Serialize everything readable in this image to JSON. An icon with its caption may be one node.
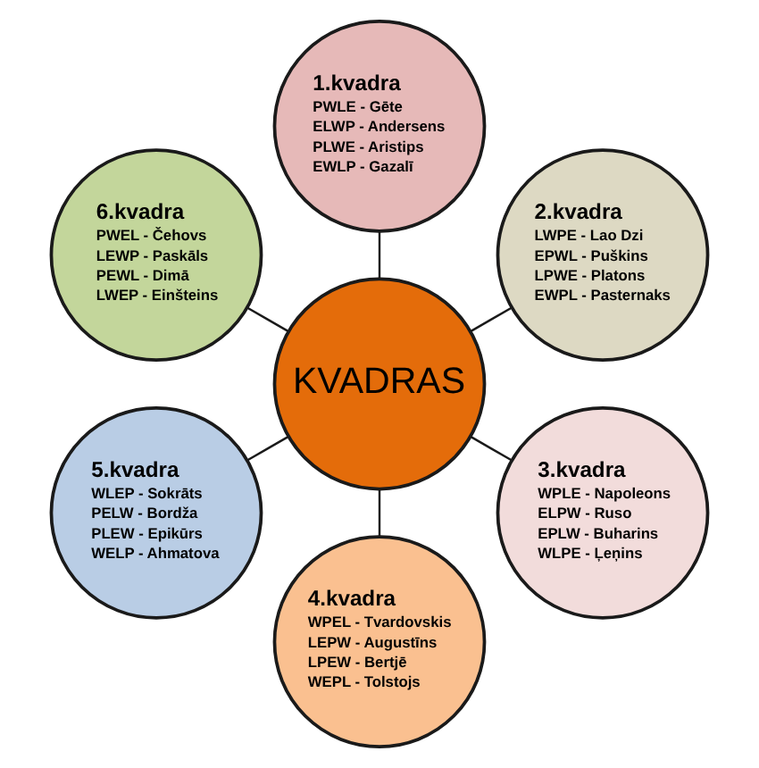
{
  "diagram": {
    "nodes": [
      {
        "text": [
          "KVADRAS"
        ]
      },
      {
        "text": [
          "1.kvadra",
          "PWLE - Gēte",
          "ELWP - Andersens",
          "PLWE - Aristips",
          "EWLP - Gazalī"
        ]
      },
      {
        "text": [
          "2.kvadra",
          "LWPE - Lao Dzi",
          "EPWL - Puškins",
          "LPWE - Platons",
          "EWPL - Pasternaks"
        ]
      },
      {
        "text": [
          "3.kvadra",
          "WPLE - Napoleons",
          "ELPW - Ruso",
          "EPLW - Buharins",
          "WLPE - Ļeņins"
        ]
      },
      {
        "text": [
          "4.kvadra",
          "WPEL - Tvardovskis",
          "LEPW - Augustīns",
          "LPEW - Bertjē",
          "WEPL - Tolstojs"
        ]
      },
      {
        "text": [
          "5.kvadra",
          "WLEP - Sokrāts",
          "PELW - Bordža",
          "PLEW - Epikūrs",
          "WELP - Ahmatova"
        ]
      },
      {
        "text": [
          "6.kvadra",
          "PWEL - Čehovs",
          "LEWP - Paskāls",
          "PEWL - Dimā",
          "LWEP - Einšteins"
        ]
      }
    ],
    "edges": [
      {
        "from": 0,
        "to": 1,
        "arrow": "none"
      },
      {
        "from": 0,
        "to": 2,
        "arrow": "none"
      },
      {
        "from": 0,
        "to": 3,
        "arrow": "none"
      },
      {
        "from": 0,
        "to": 4,
        "arrow": "none"
      },
      {
        "from": 0,
        "to": 5,
        "arrow": "none"
      },
      {
        "from": 0,
        "to": 6,
        "arrow": "none"
      }
    ]
  }
}
